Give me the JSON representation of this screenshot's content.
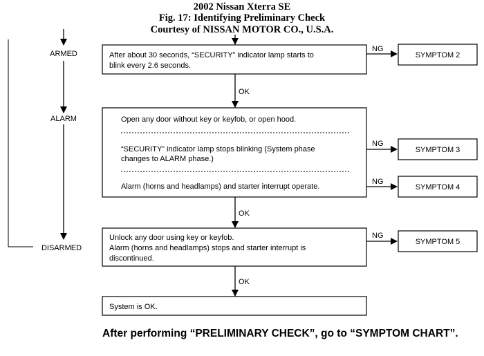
{
  "header": {
    "line1": "2002 Nissan Xterra SE",
    "line2": "Fig. 17: Identifying Preliminary Check",
    "line3": "Courtesy of NISSAN MOTOR CO., U.S.A."
  },
  "phases": {
    "armed": "ARMED",
    "alarm": "ALARM",
    "disarmed": "DISARMED"
  },
  "boxes": {
    "armed_l1": "After about 30 seconds, “SECURITY” indicator lamp starts to",
    "armed_l2": "blink every 2.6 seconds.",
    "alarm_a": "Open any door without key or keyfob, or open hood.",
    "alarm_b1": "“SECURITY” indicator lamp stops blinking (System phase",
    "alarm_b2": "changes to ALARM phase.)",
    "alarm_c": "Alarm (horns and headlamps) and starter interrupt operate.",
    "disarm_l1": "Unlock any door using key or keyfob.",
    "disarm_l2": "Alarm (horns and headlamps) stops and starter interrupt is",
    "disarm_l3": "discontinued.",
    "ok_box": "System is OK."
  },
  "flow": {
    "ok": "OK",
    "ng": "NG"
  },
  "symptoms": {
    "s2": "SYMPTOM 2",
    "s3": "SYMPTOM 3",
    "s4": "SYMPTOM 4",
    "s5": "SYMPTOM 5"
  },
  "footer": {
    "note": "After performing “PRELIMINARY CHECK”, go to “SYMPTOM CHART”."
  }
}
